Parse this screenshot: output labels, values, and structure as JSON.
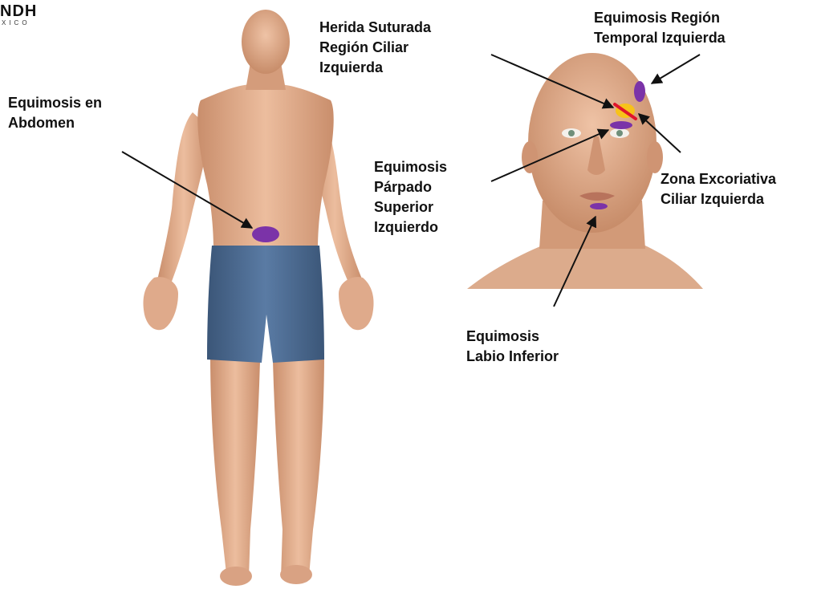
{
  "logo": {
    "main": "NDH",
    "sub": "XICO"
  },
  "labels": {
    "abdomen": "Equimosis en\nAbdomen",
    "herida": "Herida Suturada\nRegión Ciliar\nIzquierda",
    "temporal": "Equimosis Región\nTemporal Izquierda",
    "parpado": "Equimosis\nPárpado\nSuperior\nIzquierdo",
    "excoriativa": "Zona Excoriativa\nCiliar Izquierda",
    "labio": "Equimosis\nLabio Inferior"
  },
  "colors": {
    "skin": "#e6b393",
    "skin_shadow": "#c98e6c",
    "shorts": "#4f6f98",
    "shorts_dark": "#3b5678",
    "bruise": "#7b33a8",
    "wound_red": "#e0142b",
    "wound_yellow": "#f7c21a",
    "arrow": "#111111"
  }
}
